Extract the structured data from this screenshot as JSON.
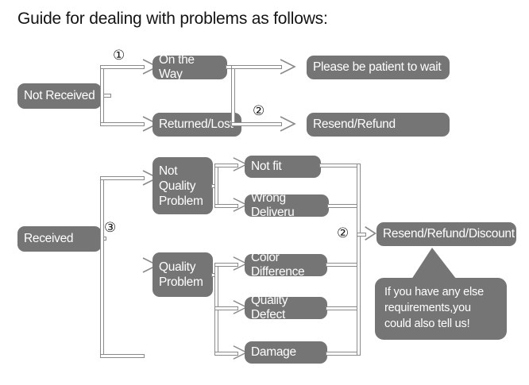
{
  "page": {
    "title": "Guide for dealing with problems as follows:",
    "box_color": "#757575",
    "text_color": "#ffffff",
    "line_color": "#8a8a8a",
    "background": "#ffffff"
  },
  "flow": {
    "branch_not_received": {
      "root_label": "Not Received",
      "step_marker": "①",
      "children": [
        {
          "label": "On the Way"
        },
        {
          "label": "Returned/Lost"
        }
      ],
      "outcome_marker": "②",
      "outcomes": [
        {
          "label": "Please be patient to wait"
        },
        {
          "label": "Resend/Refund"
        }
      ]
    },
    "branch_received": {
      "root_label": "Received",
      "step_marker": "③",
      "categories": [
        {
          "label": "Not\nQuality\nProblem",
          "reasons": [
            {
              "label": "Not fit"
            },
            {
              "label": "Wrong Deliveru"
            }
          ]
        },
        {
          "label": "Quality\nProblem",
          "reasons": [
            {
              "label": "Color Difference"
            },
            {
              "label": "Quality Defect"
            },
            {
              "label": "Damage"
            }
          ]
        }
      ],
      "outcome_marker": "②",
      "outcome": {
        "label": "Resend/Refund/Discount"
      }
    },
    "callout": {
      "text": "If you have any else requirements,you could also tell us!"
    }
  }
}
